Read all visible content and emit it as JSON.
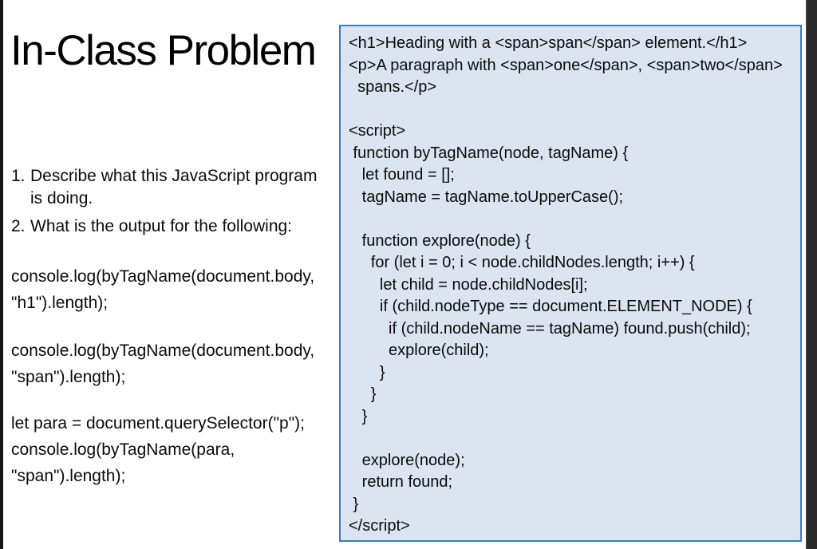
{
  "slide": {
    "title": "In-Class Problem",
    "questions": [
      {
        "number": "1.",
        "text": "Describe what this JavaScript program is doing."
      },
      {
        "number": "2.",
        "text": "What is the output for the following:"
      }
    ],
    "snippets": [
      {
        "lines": [
          "console.log(byTagName(document.body,",
          "\"h1\").length);"
        ]
      },
      {
        "lines": [
          "console.log(byTagName(document.body,",
          "\"span\").length);"
        ]
      },
      {
        "lines": [
          "let para = document.querySelector(\"p\");",
          "console.log(byTagName(para,",
          "\"span\").length);"
        ]
      }
    ],
    "code_panel": {
      "background_color": "#dce4f1",
      "border_color": "#3e78be",
      "lines": [
        "<h1>Heading with a <span>span</span> element.</h1>",
        "<p>A paragraph with <span>one</span>, <span>two</span>",
        "  spans.</p>",
        "",
        "<script>",
        " function byTagName(node, tagName) {",
        "   let found = [];",
        "   tagName = tagName.toUpperCase();",
        "",
        "   function explore(node) {",
        "     for (let i = 0; i < node.childNodes.length; i++) {",
        "       let child = node.childNodes[i];",
        "       if (child.nodeType == document.ELEMENT_NODE) {",
        "         if (child.nodeName == tagName) found.push(child);",
        "         explore(child);",
        "       }",
        "     }",
        "   }",
        "",
        "   explore(node);",
        "   return found;",
        " }",
        "</script>"
      ]
    },
    "frame": {
      "left_bar_color": "#161616",
      "right_bar_color": "#2b2b2b"
    }
  }
}
